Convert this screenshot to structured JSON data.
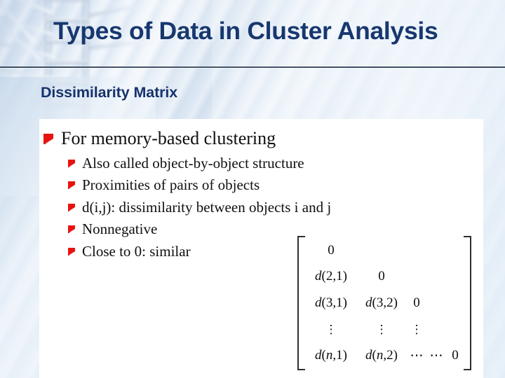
{
  "slide": {
    "title": "Types of Data in Cluster Analysis",
    "subtitle": "Dissimilarity Matrix",
    "title_color": "#17376F",
    "subtitle_color": "#16336D",
    "bullet_marker_color": "#E8130F",
    "panel_color": "#FFFFFF"
  },
  "bullets": [
    {
      "level": 1,
      "text": "For memory-based clustering"
    },
    {
      "level": 2,
      "text": "Also called object-by-object structure"
    },
    {
      "level": 2,
      "text": "Proximities of pairs of objects"
    },
    {
      "level": 2,
      "text": "d(i,j): dissimilarity between objects i and j"
    },
    {
      "level": 2,
      "text": "Nonnegative"
    },
    {
      "level": 2,
      "text": "Close to 0: similar"
    }
  ],
  "matrix": {
    "label": "dissimilarity-matrix",
    "bracket": "square",
    "rows": [
      [
        {
          "d": "",
          "n": "0"
        },
        {
          "d": "",
          "n": ""
        },
        {
          "d": "",
          "n": ""
        },
        {
          "d": "",
          "n": ""
        },
        {
          "d": "",
          "n": ""
        }
      ],
      [
        {
          "d": "d",
          "n": "(2,1)"
        },
        {
          "d": "",
          "n": "0"
        },
        {
          "d": "",
          "n": ""
        },
        {
          "d": "",
          "n": ""
        },
        {
          "d": "",
          "n": ""
        }
      ],
      [
        {
          "d": "d",
          "n": "(3,1)"
        },
        {
          "d": "d",
          "n": "(3,2)"
        },
        {
          "d": "",
          "n": "0"
        },
        {
          "d": "",
          "n": ""
        },
        {
          "d": "",
          "n": ""
        }
      ],
      [
        {
          "d": "",
          "n": "⋮"
        },
        {
          "d": "",
          "n": "⋮"
        },
        {
          "d": "",
          "n": "⋮"
        },
        {
          "d": "",
          "n": ""
        },
        {
          "d": "",
          "n": ""
        }
      ],
      [
        {
          "d": "d",
          "n": "(n,1)",
          "italic_arg": true
        },
        {
          "d": "d",
          "n": "(n,2)",
          "italic_arg": true
        },
        {
          "d": "",
          "n": "⋯"
        },
        {
          "d": "",
          "n": "⋯"
        },
        {
          "d": "",
          "n": "0"
        }
      ]
    ]
  }
}
